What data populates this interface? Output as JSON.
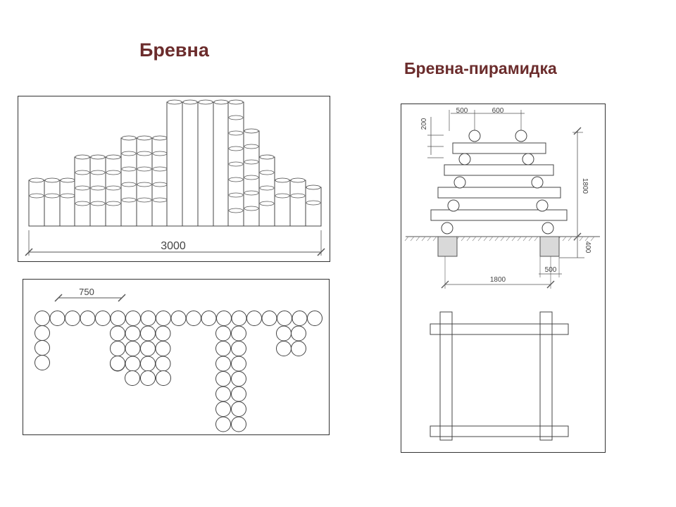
{
  "titles": {
    "logs": "Бревна",
    "pyramid": "Бревна-пирамидка"
  },
  "dimensions": {
    "total_width": "3000",
    "spacing": "750",
    "pyr_top_left": "500",
    "pyr_top_right": "600",
    "pyr_step": "200",
    "pyr_height": "1800",
    "pyr_depth": "400",
    "pyr_base": "1800",
    "pyr_footing": "500"
  },
  "colors": {
    "line": "#333333",
    "title": "#6b2c2c",
    "footing": "#d9d9d9"
  }
}
